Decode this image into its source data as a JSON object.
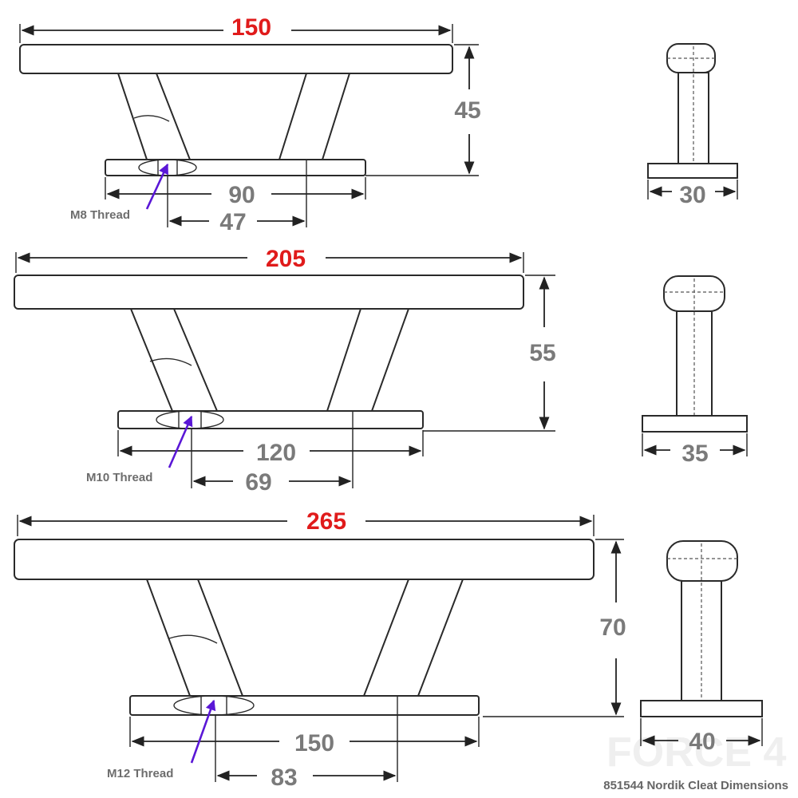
{
  "cleats": [
    {
      "overall_length": "150",
      "height": "45",
      "base_length": "90",
      "hole_offset": "47",
      "thread": "M8 Thread",
      "base_width": "30"
    },
    {
      "overall_length": "205",
      "height": "55",
      "base_length": "120",
      "hole_offset": "69",
      "thread": "M10 Thread",
      "base_width": "35"
    },
    {
      "overall_length": "265",
      "height": "70",
      "base_length": "150",
      "hole_offset": "83",
      "thread": "M12 Thread",
      "base_width": "40"
    }
  ],
  "watermark": "FORCE 4",
  "caption": "851544 Nordik Cleat Dimensions",
  "colors": {
    "overall_length": "#e01b1b",
    "dimension_text": "#7a7a7a",
    "thread_arrow": "#5a17d6"
  }
}
